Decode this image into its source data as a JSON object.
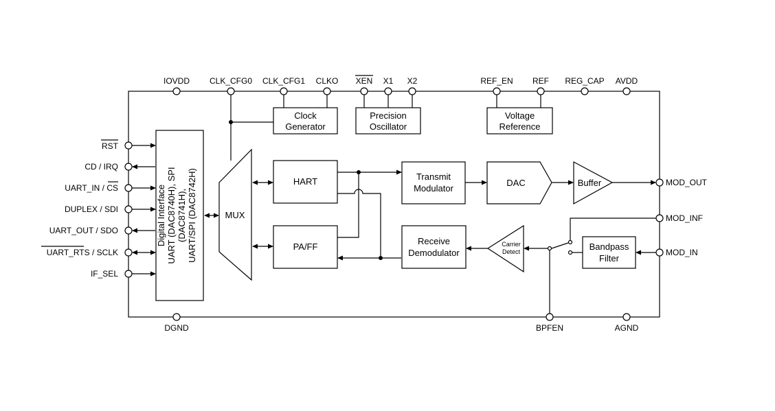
{
  "top_pins": [
    {
      "label": "IOVDD"
    },
    {
      "label": "CLK_CFG0"
    },
    {
      "label": "CLK_CFG1"
    },
    {
      "label": "CLKO"
    },
    {
      "label": "XEN",
      "overbar": true
    },
    {
      "label": "X1"
    },
    {
      "label": "X2"
    },
    {
      "label": "REF_EN"
    },
    {
      "label": "REF"
    },
    {
      "label": "REG_CAP"
    },
    {
      "label": "AVDD"
    }
  ],
  "left_pins": [
    {
      "label": "RST",
      "overbar": true
    },
    {
      "label": "CD / IRQ"
    },
    {
      "label": "UART_IN / ",
      "suffix": "CS",
      "suffix_overbar": true
    },
    {
      "label": "DUPLEX / SDI"
    },
    {
      "label": "UART_OUT / SDO"
    },
    {
      "label": "UART_RTS",
      "overbar": true,
      "suffix": " / SCLK"
    },
    {
      "label": "IF_SEL"
    }
  ],
  "right_pins": [
    {
      "label": "MOD_OUT"
    },
    {
      "label": "MOD_INF"
    },
    {
      "label": "MOD_IN"
    }
  ],
  "bottom_pins": [
    {
      "label": "DGND"
    },
    {
      "label": "BPFEN"
    },
    {
      "label": "AGND"
    }
  ],
  "blocks": {
    "clock_generator": [
      "Clock",
      "Generator"
    ],
    "precision_oscillator": [
      "Precision",
      "Oscillator"
    ],
    "voltage_reference": [
      "Voltage",
      "Reference"
    ],
    "digital_interface": [
      "Digital Interface",
      "UART (DAC8740H), SPI",
      "(DAC8741H),",
      "UART/SPI (DAC8742H)"
    ],
    "mux": "MUX",
    "hart": "HART",
    "paff": "PA/FF",
    "transmit_modulator": [
      "Transmit",
      "Modulator"
    ],
    "receive_demodulator": [
      "Receive",
      "Demodulator"
    ],
    "dac": "DAC",
    "buffer": "Buffer",
    "carrier_detect": [
      "Carrier",
      "Detect"
    ],
    "bandpass_filter": [
      "Bandpass",
      "Filter"
    ]
  }
}
